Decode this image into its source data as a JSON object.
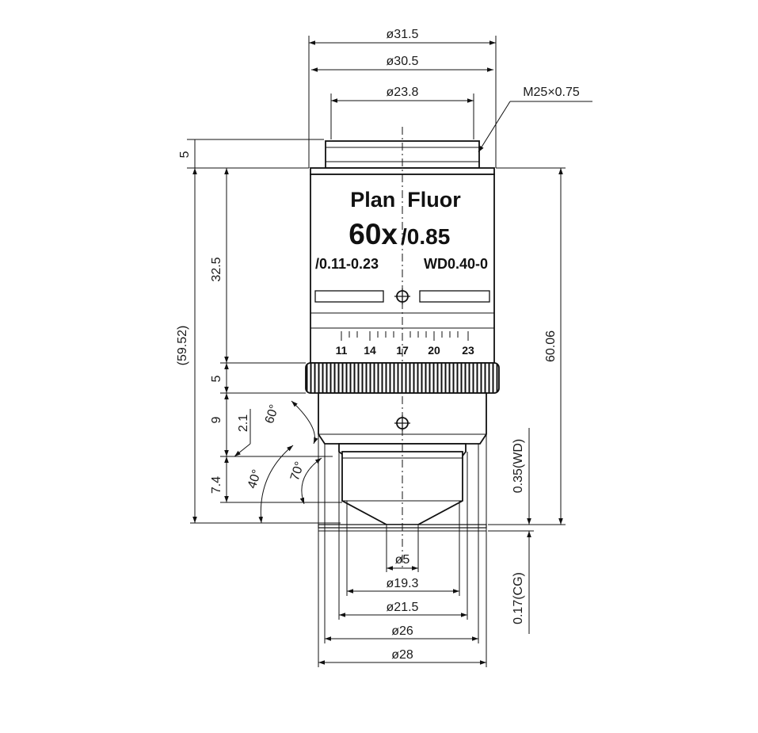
{
  "top_dims": {
    "d1": "ø31.5",
    "d2": "ø30.5",
    "d3": "ø23.8",
    "thread": "M25×0.75"
  },
  "label": {
    "line1": "Plan  Fluor",
    "mag": "60x",
    "na": "/0.85",
    "cover": "/0.11-0.23",
    "wd": "WD0.40-0"
  },
  "scale": {
    "ticks": [
      "11",
      "14",
      "17",
      "20",
      "23"
    ]
  },
  "left_dims": {
    "top5": "5",
    "total": "(59.52)",
    "d325": "32.5",
    "d5": "5",
    "d9": "9",
    "d21": "2.1",
    "d74": "7.4",
    "a60": "60°",
    "a40": "40°",
    "a70": "70°"
  },
  "right_dims": {
    "length": "60.06",
    "wd": "0.35(WD)",
    "cg": "0.17(CG)"
  },
  "bottom_dims": {
    "d5": "ø5",
    "d193": "ø19.3",
    "d215": "ø21.5",
    "d26": "ø26",
    "d28": "ø28"
  }
}
